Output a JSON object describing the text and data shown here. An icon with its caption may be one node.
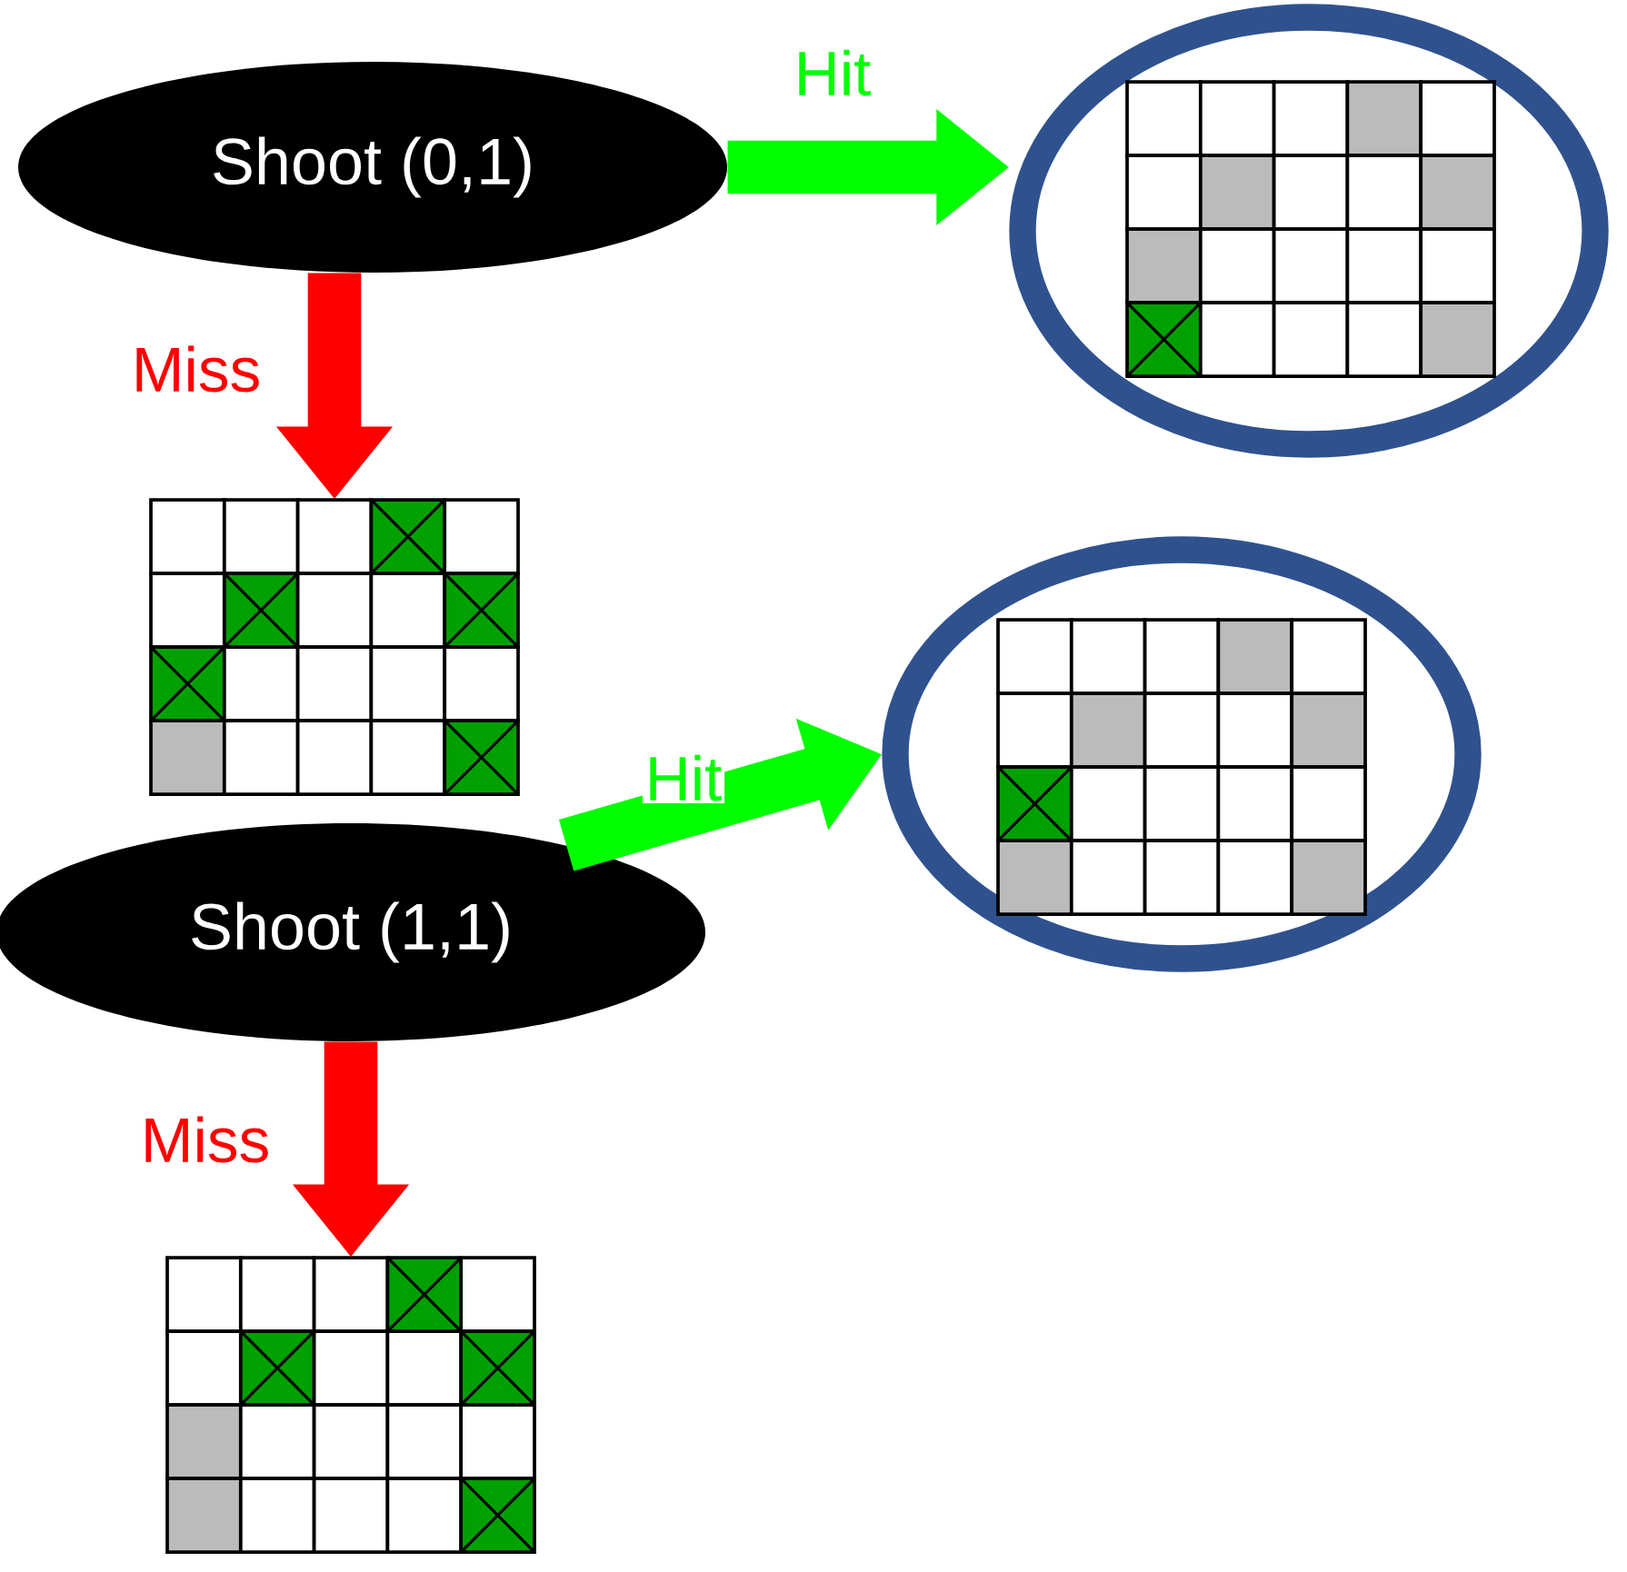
{
  "diagram": {
    "nodes": [
      {
        "text": [
          "Shoot (0,1)"
        ]
      },
      {
        "text": [],
        "shape": "ellipse"
      },
      {
        "text": [],
        "shape": "grid",
        "in": 1
      },
      {
        "text": [],
        "shape": "grid"
      },
      {
        "text": [
          "Shoot (1,1)"
        ]
      },
      {
        "text": [],
        "shape": "ellipse"
      },
      {
        "text": [],
        "shape": "grid",
        "in": 5
      },
      {
        "text": [],
        "shape": "grid"
      }
    ],
    "edges": [
      {
        "from": 0,
        "to": 1,
        "arrow": "to",
        "label": "Hit",
        "color": "#00ff00"
      },
      {
        "from": 0,
        "to": 3,
        "arrow": "to",
        "label": "Miss",
        "color": "#ff0000"
      },
      {
        "from": 4,
        "to": 5,
        "arrow": "to",
        "label": "Hit",
        "color": "#00ff00"
      },
      {
        "from": 4,
        "to": 7,
        "arrow": "to",
        "label": "Miss",
        "color": "#ff0000"
      }
    ]
  }
}
